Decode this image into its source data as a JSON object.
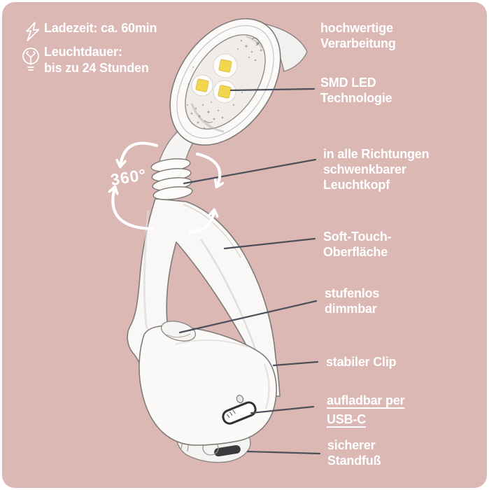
{
  "colors": {
    "panel_pink": "#dbb8b4",
    "text_white": "#ffffff",
    "leader_line": "#4b505a",
    "led_yellow": "#f0d74d"
  },
  "info_badges": [
    {
      "icon": "lightning-bolt-icon",
      "lines": [
        "Ladezeit: ca. 60min"
      ]
    },
    {
      "icon": "light-bulb-icon",
      "lines": [
        "Leuchtdauer:",
        "bis zu 24 Stunden"
      ]
    }
  ],
  "rotation_label": "360°",
  "feature_labels": [
    {
      "lines": [
        "hochwertige",
        "Verarbeitung"
      ],
      "underline": false
    },
    {
      "lines": [
        "SMD LED",
        "Technologie"
      ],
      "underline": false
    },
    {
      "lines": [
        "in alle Richtungen",
        "schwenkbarer",
        "Leuchtkopf"
      ],
      "underline": false
    },
    {
      "lines": [
        "Soft-Touch-",
        "Oberfläche"
      ],
      "underline": false
    },
    {
      "lines": [
        "stufenlos",
        "dimmbar"
      ],
      "underline": false
    },
    {
      "lines": [
        "stabiler Clip"
      ],
      "underline": false
    },
    {
      "lines": [
        "aufladbar per",
        "USB-C"
      ],
      "underline": true
    },
    {
      "lines": [
        "sicherer",
        "Standfuß"
      ],
      "underline": false
    }
  ]
}
